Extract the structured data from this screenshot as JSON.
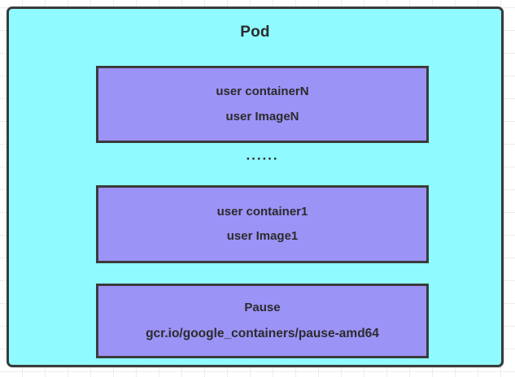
{
  "diagram": {
    "pod": {
      "title": "Pod",
      "fill_color": "#8ffaff",
      "border_color": "#3b3b3b"
    },
    "containers": [
      {
        "name": "user containerN",
        "image": "user ImageN",
        "fill_color": "#9c93f7",
        "border_color": "#3b3b3b"
      },
      {
        "name": "user container1",
        "image": "user Image1",
        "fill_color": "#9c93f7",
        "border_color": "#3b3b3b"
      },
      {
        "name": "Pause",
        "image": "gcr.io/google_containers/pause-amd64",
        "fill_color": "#9c93f7",
        "border_color": "#3b3b3b"
      }
    ],
    "ellipsis": "······",
    "background": {
      "color": "#ffffff",
      "grid_color": "#ececec"
    }
  }
}
